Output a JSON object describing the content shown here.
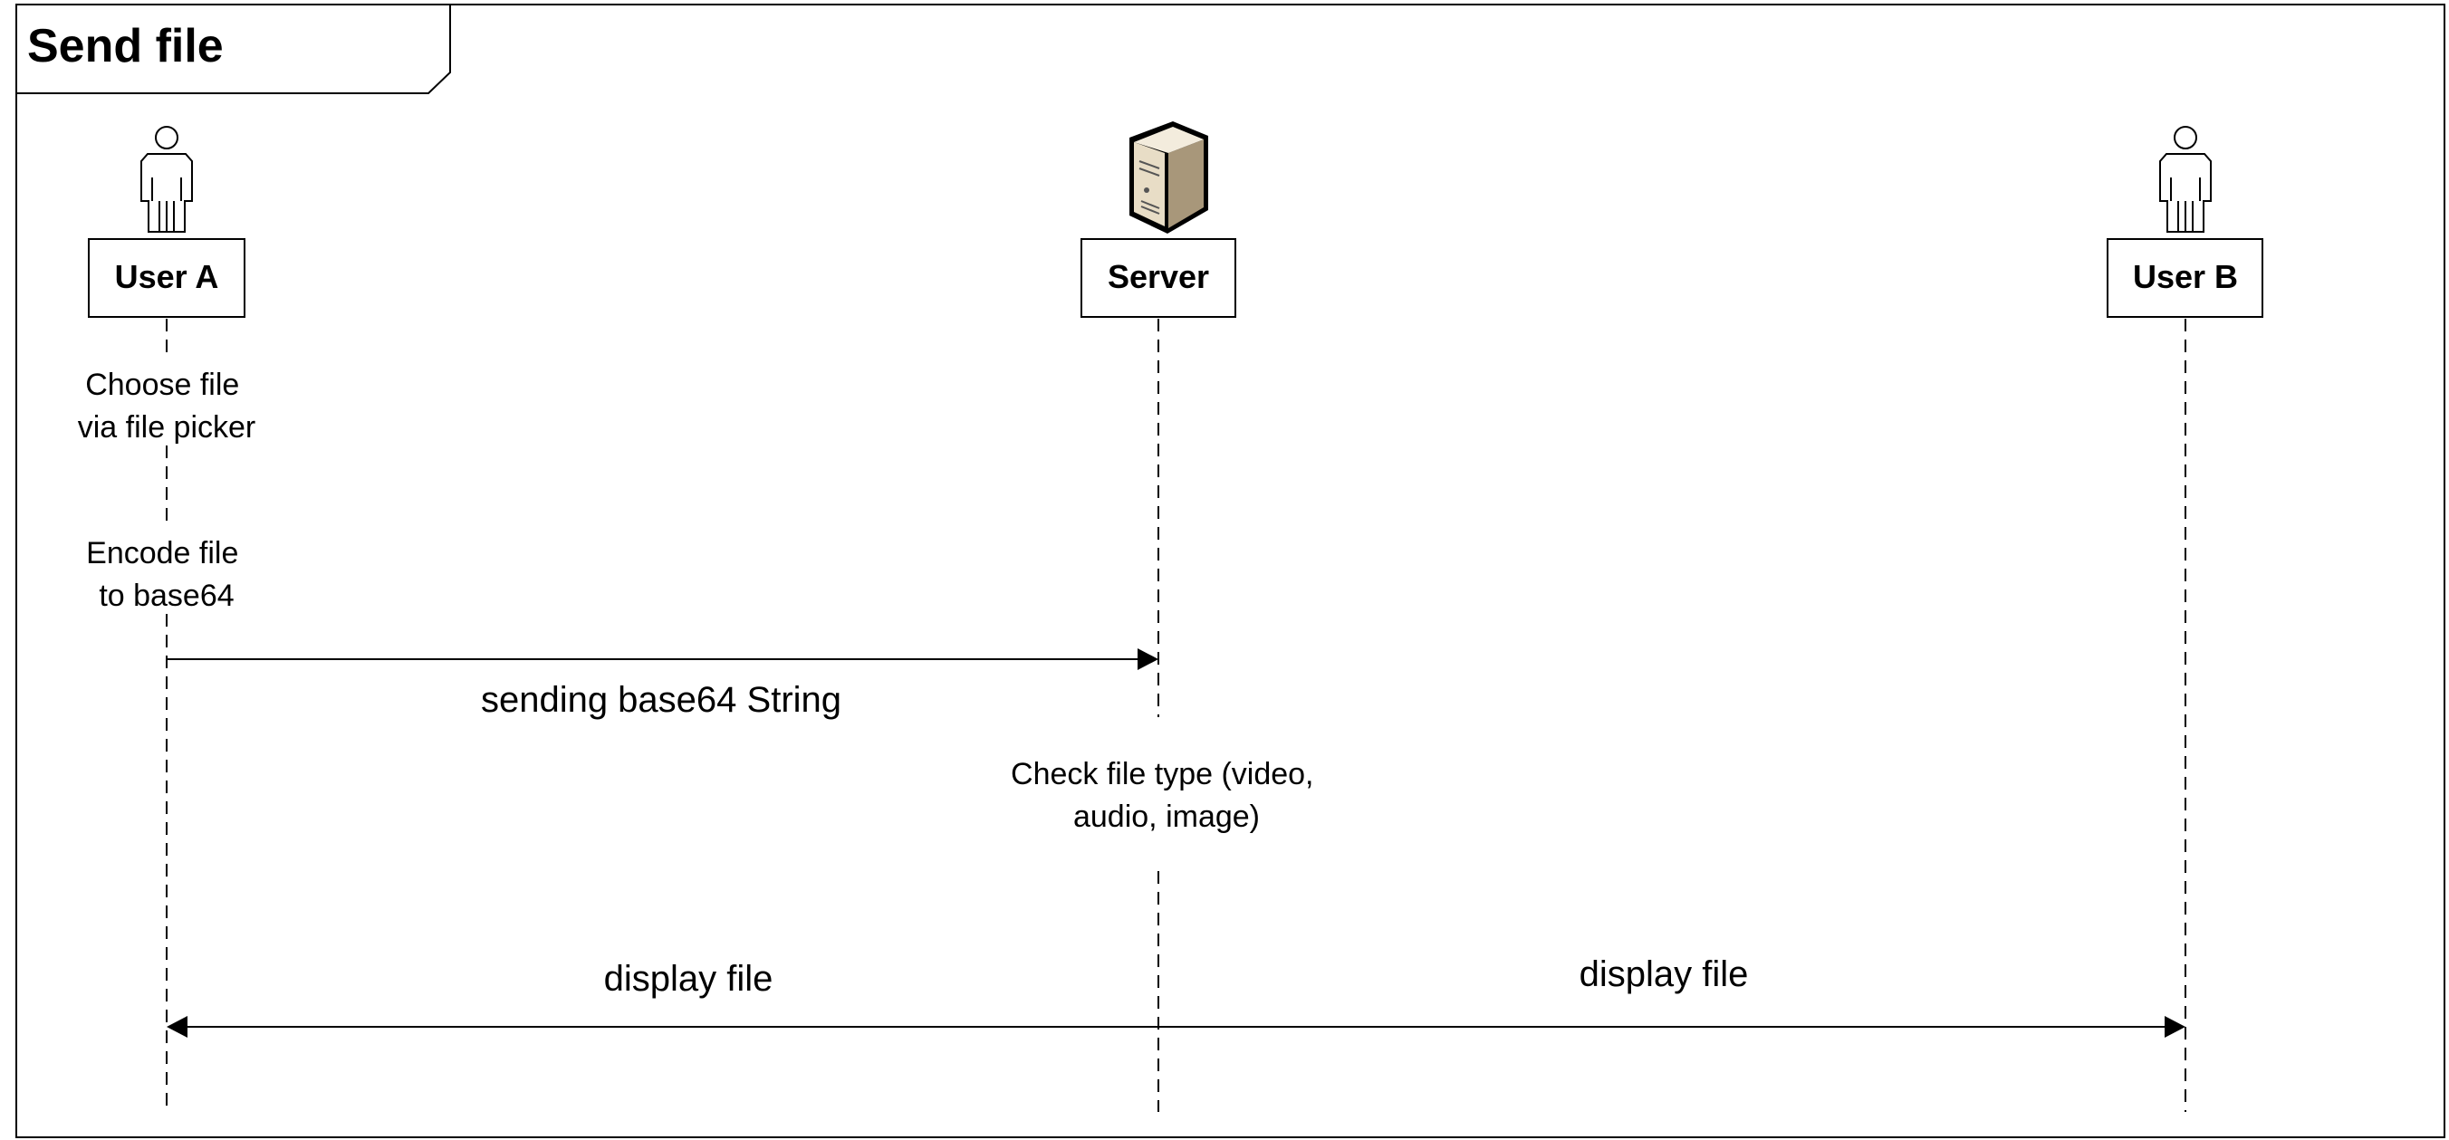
{
  "frame": {
    "title": "Send file"
  },
  "participants": [
    {
      "id": "user-a",
      "label": "User A",
      "icon": "user-icon"
    },
    {
      "id": "server",
      "label": "Server",
      "icon": "server-icon"
    },
    {
      "id": "user-b",
      "label": "User B",
      "icon": "user-icon"
    }
  ],
  "notes": {
    "choose_file": [
      "Choose file",
      "via file picker"
    ],
    "encode_file": [
      "Encode file",
      "to base64"
    ],
    "check_type": [
      "Check file type (video,",
      "audio, image)"
    ]
  },
  "messages": {
    "send_base64": "sending base64 String",
    "display_left": "display file",
    "display_right": "display file"
  },
  "colors": {
    "line": "#000000",
    "server_body": "#d6c9b0",
    "server_shadow": "#8c7b5e"
  }
}
